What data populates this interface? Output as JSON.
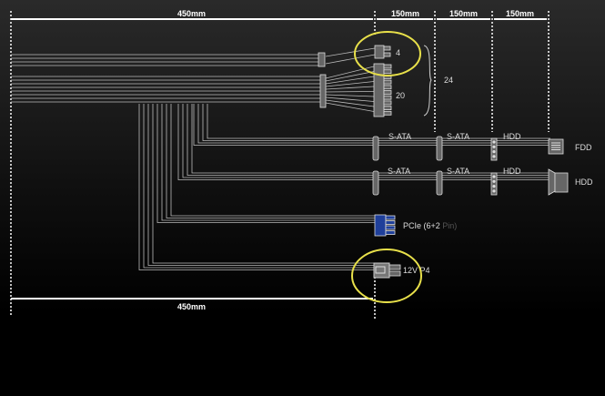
{
  "dimensions": {
    "top_main": "450mm",
    "segment_1": "150mm",
    "segment_2": "150mm",
    "segment_3": "150mm",
    "bottom_main": "450mm"
  },
  "atx": {
    "pin4_label": "4",
    "pin20_label": "20",
    "total_label": "24"
  },
  "rows": {
    "sata1_a": "S-ATA",
    "sata1_b": "S-ATA",
    "hdd1": "HDD",
    "fdd_end": "FDD",
    "sata2_a": "S-ATA",
    "sata2_b": "S-ATA",
    "hdd2": "HDD",
    "hdd_end": "HDD"
  },
  "pcie": {
    "label": "PCIe (6+2",
    "label_dim": "Pin)",
    "color": "#1f3f9a"
  },
  "p4": {
    "label": "12V P4"
  },
  "highlight_color": "#e8e04a"
}
